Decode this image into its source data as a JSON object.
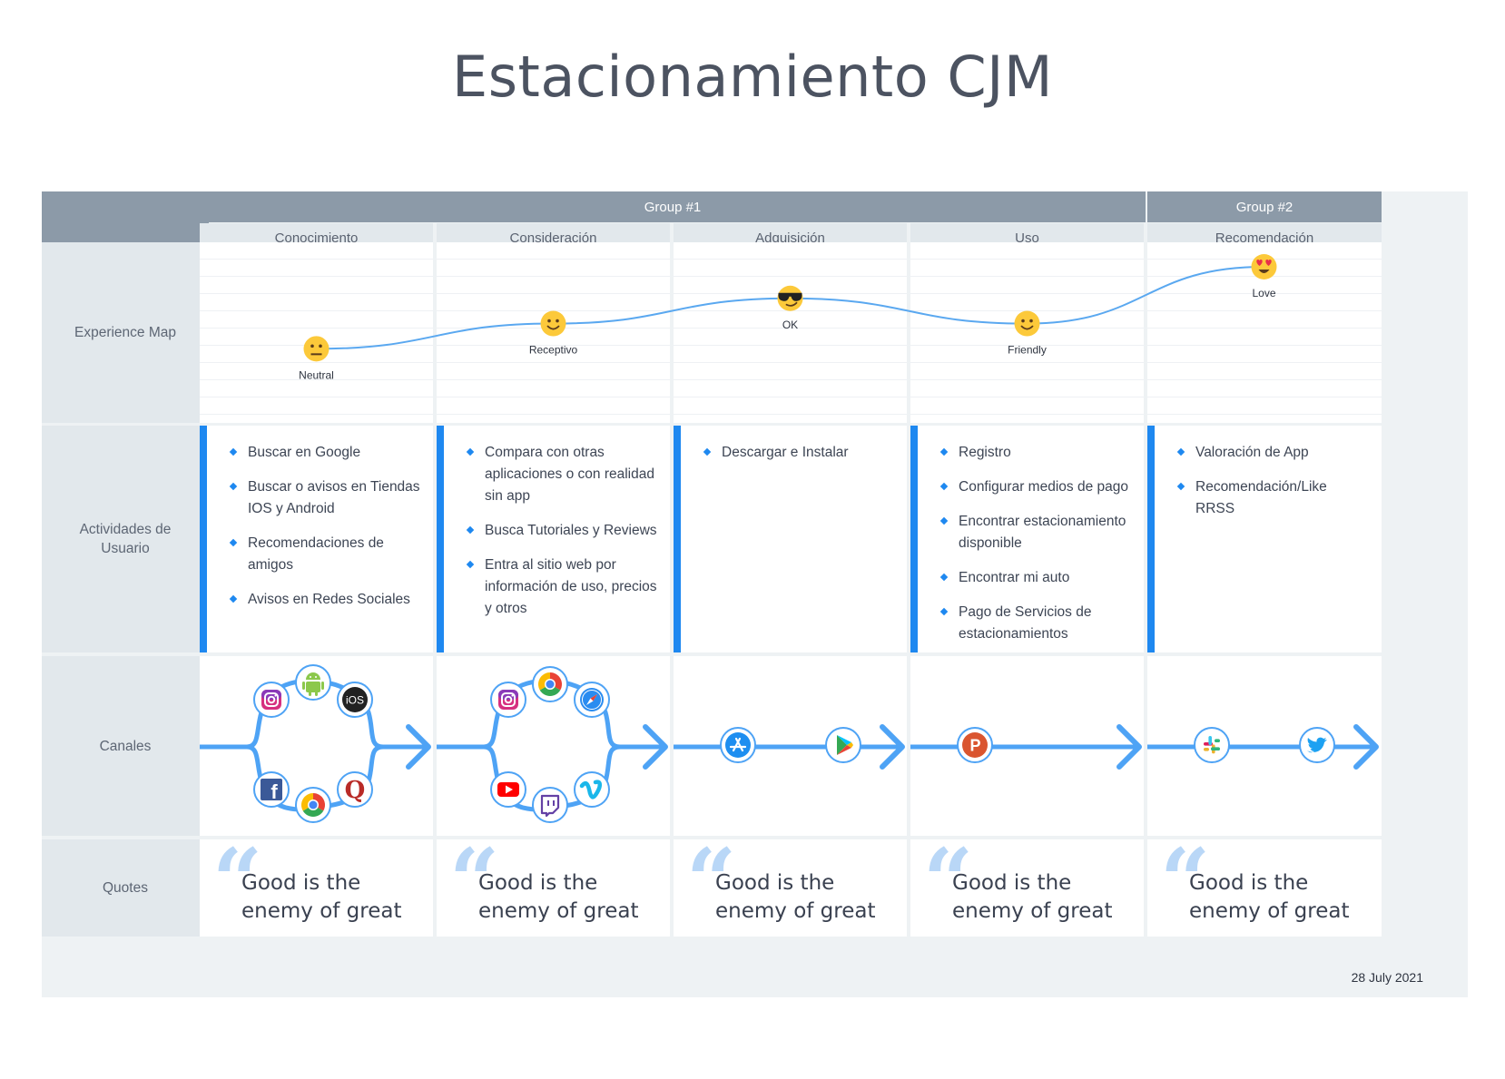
{
  "title": "Estacionamiento CJM",
  "date": "28 July 2021",
  "groups": [
    {
      "label": "Group #1"
    },
    {
      "label": "Group #2"
    }
  ],
  "stages": [
    {
      "label": "Conocimiento"
    },
    {
      "label": "Consideración"
    },
    {
      "label": "Adquisición"
    },
    {
      "label": "Uso"
    },
    {
      "label": "Recomendación"
    }
  ],
  "rows": {
    "experience": "Experience Map",
    "activities": "Actividades de Usuario",
    "channels": "Canales",
    "quotes": "Quotes"
  },
  "experience_points": [
    {
      "label": "Neutral",
      "emoji": "neutral-face",
      "level": 0.35
    },
    {
      "label": "Receptivo",
      "emoji": "smiling-face",
      "level": 0.55
    },
    {
      "label": "OK",
      "emoji": "sunglasses-face",
      "level": 0.75
    },
    {
      "label": "Friendly",
      "emoji": "smiling-face",
      "level": 0.55
    },
    {
      "label": "Love",
      "emoji": "heart-eyes-face",
      "level": 1.0
    }
  ],
  "activities": [
    [
      "Buscar en Google",
      "Buscar o avisos en Tiendas IOS y Android",
      "Recomendaciones de amigos",
      "Avisos en Redes Sociales"
    ],
    [
      "Compara con otras aplicaciones o con realidad sin app",
      "Busca Tutoriales y Reviews",
      "Entra al sitio web por información de uso, precios y otros"
    ],
    [
      "Descargar e Instalar"
    ],
    [
      "Registro",
      "Configurar medios de pago",
      "Encontrar estacionamiento disponible",
      "Encontrar mi auto",
      "Pago de Servicios de estacionamientos"
    ],
    [
      "Valoración de App",
      "Recomendación/Like RRSS"
    ]
  ],
  "channels": [
    [
      "instagram-icon",
      "android-icon",
      "ios-icon",
      "facebook-icon",
      "chrome-icon",
      "quora-icon"
    ],
    [
      "instagram-icon",
      "chrome-icon",
      "safari-icon",
      "youtube-icon",
      "twitch-icon",
      "vimeo-icon"
    ],
    [
      "app-store-icon",
      "google-play-icon"
    ],
    [
      "product-hunt-icon"
    ],
    [
      "slack-icon",
      "twitter-icon"
    ]
  ],
  "channel_glyphs": {
    "ios": "iOS",
    "quora": "Q",
    "facebook": "f",
    "product_hunt": "P"
  },
  "quotes": [
    "Good is the enemy of great",
    "Good is the enemy of great",
    "Good is the enemy of great",
    "Good is the enemy of great",
    "Good is the enemy of great"
  ],
  "quote_mark": "“",
  "colors": {
    "header": "#8c9aa8",
    "subheader": "#e2e8ec",
    "accent": "#1e88f0",
    "channel_line": "#4ea3f5",
    "curve": "#5aa8f0"
  }
}
